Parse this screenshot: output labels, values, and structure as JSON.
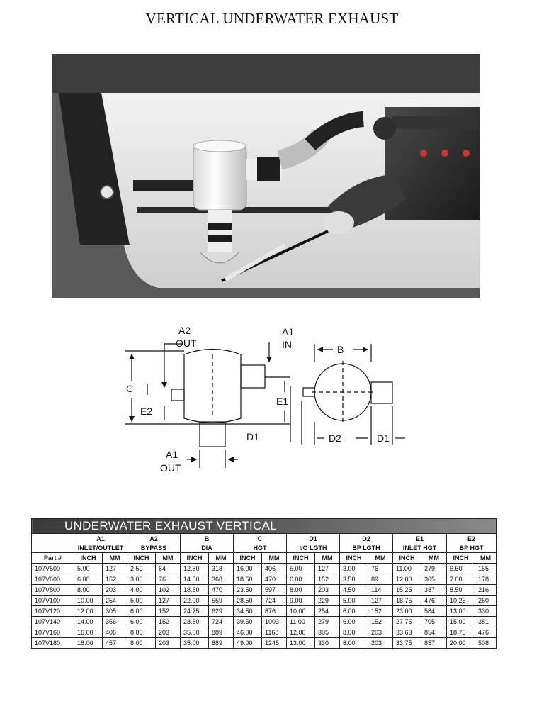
{
  "title": "VERTICAL UNDERWATER EXHAUST",
  "diagram": {
    "a2_out": [
      "A2",
      "OUT"
    ],
    "a1_in": [
      "A1",
      "IN"
    ],
    "a1_out": [
      "A1",
      "OUT"
    ],
    "c": "C",
    "e2": "E2",
    "e1": "E1",
    "d1_left": "D1",
    "b": "B",
    "d2": "D2",
    "d1_right": "D1"
  },
  "table": {
    "banner": "UNDERWATER EXHAUST VERTICAL",
    "groups": [
      "A1",
      "A2",
      "B",
      "C",
      "D1",
      "D2",
      "E1",
      "E2"
    ],
    "subtitles": [
      "INLET/OUTLET",
      "BYPASS",
      "DIA",
      "HGT",
      "I/O LGTH",
      "BP LGTH",
      "INLET HGT",
      "BP HGT"
    ],
    "units": [
      "Part #",
      "INCH",
      "MM",
      "INCH",
      "MM",
      "INCH",
      "MM",
      "INCH",
      "MM",
      "INCH",
      "MM",
      "INCH",
      "MM",
      "INCH",
      "MM",
      "INCH",
      "MM"
    ],
    "rows": [
      [
        "107V500",
        "5.00",
        "127",
        "2.50",
        "64",
        "12.50",
        "318",
        "16.00",
        "406",
        "5.00",
        "127",
        "3.00",
        "76",
        "11.00",
        "279",
        "6.50",
        "165"
      ],
      [
        "107V600",
        "6.00",
        "152",
        "3.00",
        "76",
        "14.50",
        "368",
        "18.50",
        "470",
        "6.00",
        "152",
        "3.50",
        "89",
        "12.00",
        "305",
        "7.00",
        "178"
      ],
      [
        "107V800",
        "8.00",
        "203",
        "4.00",
        "102",
        "18.50",
        "470",
        "23.50",
        "597",
        "8.00",
        "203",
        "4.50",
        "114",
        "15.25",
        "387",
        "8.50",
        "216"
      ],
      [
        "107V100",
        "10.00",
        "254",
        "5.00",
        "127",
        "22.00",
        "559",
        "28.50",
        "724",
        "9.00",
        "229",
        "5.00",
        "127",
        "18.75",
        "476",
        "10.25",
        "260"
      ],
      [
        "107V120",
        "12.00",
        "305",
        "6.00",
        "152",
        "24.75",
        "629",
        "34.50",
        "876",
        "10.00",
        "254",
        "6.00",
        "152",
        "23.00",
        "584",
        "13.00",
        "330"
      ],
      [
        "107V140",
        "14.00",
        "356",
        "6.00",
        "152",
        "28.50",
        "724",
        "39.50",
        "1003",
        "11.00",
        "279",
        "6.00",
        "152",
        "27.75",
        "705",
        "15.00",
        "381"
      ],
      [
        "107V160",
        "16.00",
        "406",
        "8.00",
        "203",
        "35.00",
        "889",
        "46.00",
        "1168",
        "12.00",
        "305",
        "8.00",
        "203",
        "33.63",
        "854",
        "18.75",
        "476"
      ],
      [
        "107V180",
        "18.00",
        "457",
        "8.00",
        "203",
        "35.00",
        "889",
        "49.00",
        "1245",
        "13.00",
        "330",
        "8.00",
        "203",
        "33.75",
        "857",
        "20.00",
        "508"
      ]
    ]
  }
}
